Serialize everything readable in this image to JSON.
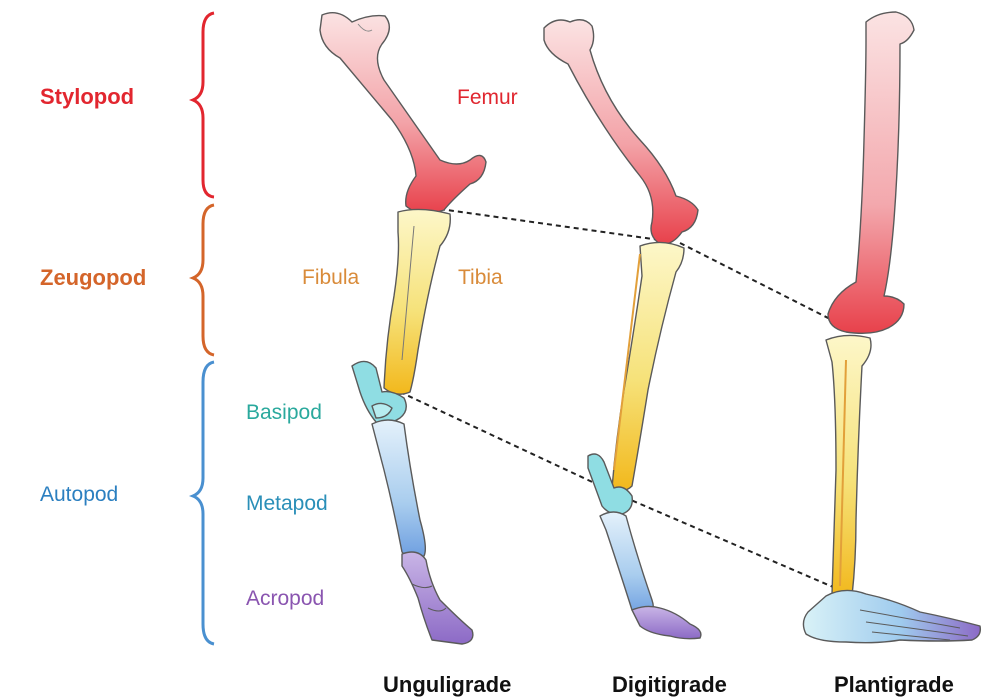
{
  "colors": {
    "stylopod": "#e2262f",
    "zeugopod": "#d4652a",
    "autopod": "#2b7fc0",
    "femur_label": "#e0262f",
    "fibula_label": "#d98b3a",
    "tibia_label": "#d98b3a",
    "basipod_label": "#2aa99d",
    "metapod_label": "#2a8fb8",
    "acropod_label": "#8a55b0",
    "bracket_stylopod": "#e2262f",
    "bracket_zeugopod": "#d4652a",
    "bracket_autopod": "#4a90d0"
  },
  "regions": {
    "stylopod": "Stylopod",
    "zeugopod": "Zeugopod",
    "autopod": "Autopod"
  },
  "bones": {
    "femur": "Femur",
    "fibula": "Fibula",
    "tibia": "Tibia",
    "basipod": "Basipod",
    "metapod": "Metapod",
    "acropod": "Acropod"
  },
  "captions": {
    "unguligrade": "Unguligrade",
    "digitigrade": "Digitigrade",
    "plantigrade": "Plantigrade"
  }
}
